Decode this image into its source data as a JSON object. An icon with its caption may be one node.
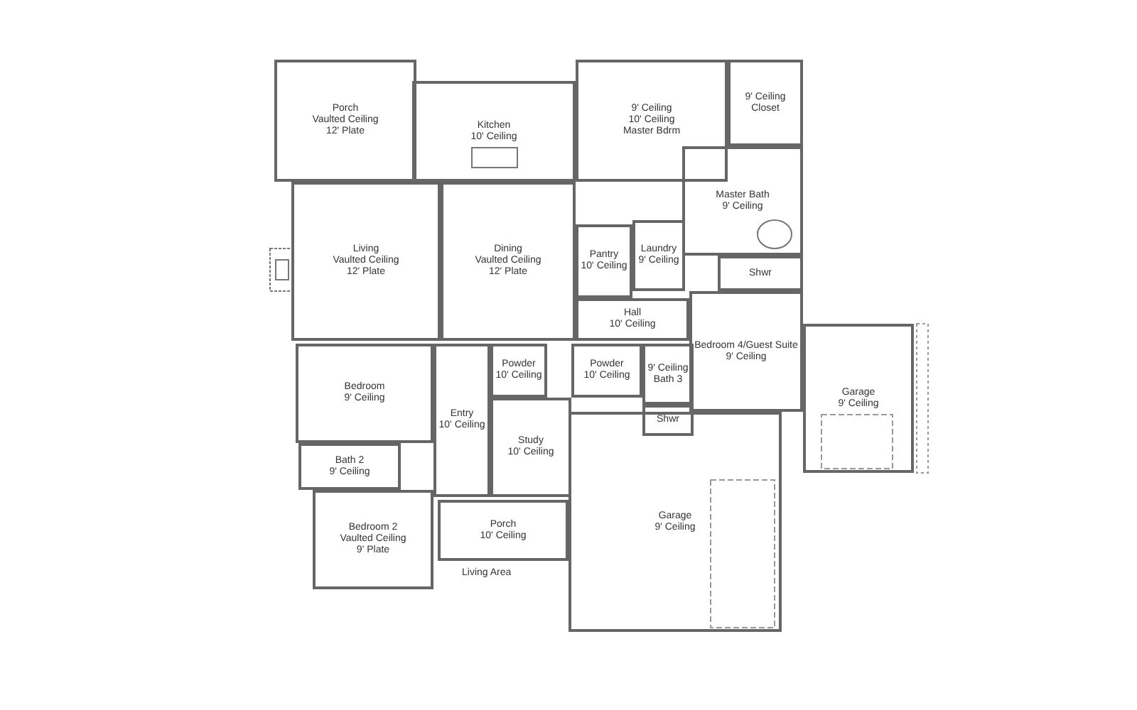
{
  "diagram": {
    "nodes": [
      {
        "text": [
          "Porch",
          "Vaulted Ceiling",
          "12' Plate"
        ]
      },
      {
        "text": [
          "Kitchen",
          "10' Ceiling"
        ]
      },
      {
        "text": [
          "9' Ceiling",
          "10' Ceiling",
          "Master Bdrm"
        ]
      },
      {
        "text": [
          "9' Ceiling",
          "Closet"
        ]
      },
      {
        "text": [
          "Master Bath",
          "9' Ceiling"
        ]
      },
      {
        "text": [
          "Shwr"
        ]
      },
      {
        "text": [
          "Living",
          "Vaulted Ceiling",
          "12' Plate"
        ]
      },
      {
        "text": [
          "Dining",
          "Vaulted Ceiling",
          "12' Plate"
        ]
      },
      {
        "text": [
          "Pantry",
          "10' Ceiling"
        ]
      },
      {
        "text": [
          "Laundry",
          "9' Ceiling"
        ]
      },
      {
        "text": [
          "Hall",
          "10' Ceiling"
        ]
      },
      {
        "text": [
          "Bedroom 4/Guest Suite",
          "9' Ceiling"
        ]
      },
      {
        "text": [
          "Garage",
          "9' Ceiling"
        ]
      },
      {
        "text": [
          "Powder",
          "10' Ceiling"
        ]
      },
      {
        "text": [
          "9' Ceiling",
          "Bath 3"
        ]
      },
      {
        "text": [
          "Shwr"
        ]
      },
      {
        "text": [
          "Bedroom",
          "9' Ceiling"
        ]
      },
      {
        "text": [
          "Bath 2",
          "9' Ceiling"
        ]
      },
      {
        "text": [
          "Bedroom 2",
          "Vaulted Ceiling",
          "9' Plate"
        ]
      },
      {
        "text": [
          "Entry",
          "10' Ceiling"
        ]
      },
      {
        "text": [
          "Powder",
          "10' Ceiling"
        ]
      },
      {
        "text": [
          "Study",
          "10' Ceiling"
        ]
      },
      {
        "text": [
          "Porch",
          "10' Ceiling"
        ]
      },
      {
        "text": [
          "Garage",
          "9' Ceiling"
        ]
      }
    ],
    "labels": [
      "Living Area"
    ]
  }
}
